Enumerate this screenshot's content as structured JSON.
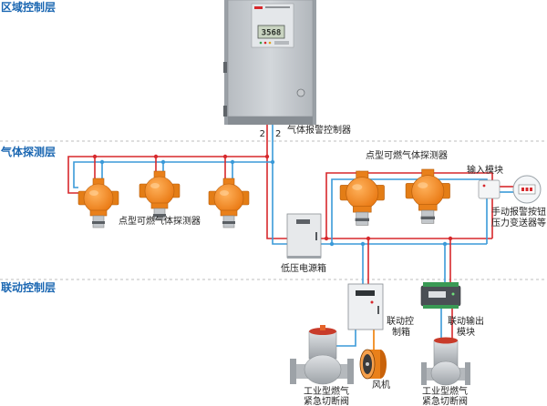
{
  "layers": {
    "region": "区域控制层",
    "gas": "气体探测层",
    "linkage": "联动控制层"
  },
  "controller": {
    "label": "气体报警控制器",
    "display_value": "3568",
    "wire_left": "2",
    "wire_right": "2"
  },
  "detectors_left": {
    "label": "点型可燃气体探测器"
  },
  "detectors_right": {
    "label": "点型可燃气体探测器"
  },
  "input_module": {
    "label": "输入模块",
    "device_label_1": "手动报警按钮",
    "device_label_2": "压力变送器等"
  },
  "power_box": {
    "label": "低压电源箱"
  },
  "linkage_box": {
    "label_1": "联动控",
    "label_2": "制箱"
  },
  "output_module": {
    "label_1": "联动输出",
    "label_2": "模块"
  },
  "fan": {
    "label": "风机"
  },
  "valve_left": {
    "label_1": "工业型燃气",
    "label_2": "紧急切断阀"
  },
  "valve_right": {
    "label_1": "工业型燃气",
    "label_2": "紧急切断阀"
  },
  "colors": {
    "layer_text": "#1b67b2",
    "wire_red": "#d7282c",
    "wire_blue": "#3a9ad9",
    "detector_orange": "#f08a1c"
  }
}
